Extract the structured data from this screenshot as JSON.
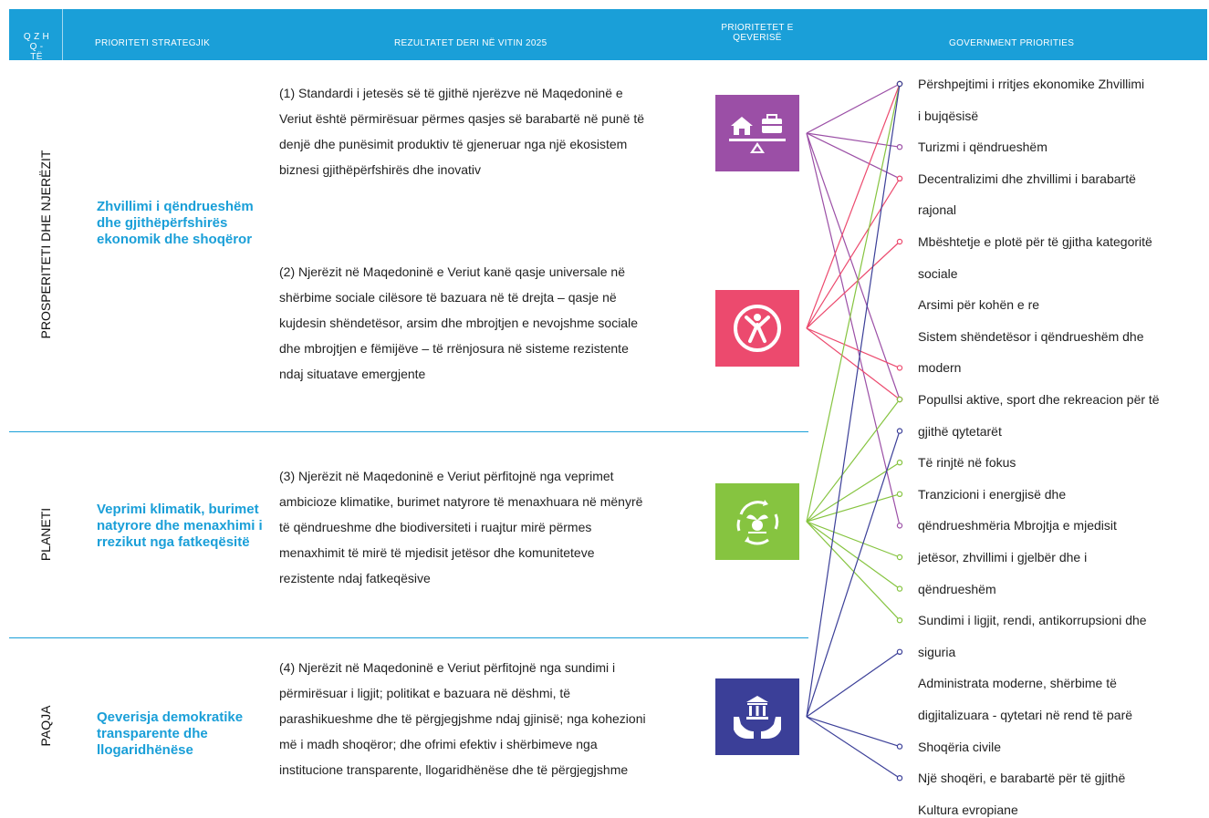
{
  "header": {
    "col_qzhq": "Q Z H Q -\nTË",
    "col_strategic": "PRIORITETI STRATEGJIK",
    "col_results": "REZULTATET DERI NË VITIN 2025",
    "col_gov": "PRIORITETET  E\nQEVERISË",
    "col_gov_en": "GOVERNMENT PRIORITIES"
  },
  "sections": [
    {
      "label": "PROSPERITETI DHE NJERËZIT"
    },
    {
      "label": "PLANETI"
    },
    {
      "label": "PAQJA"
    }
  ],
  "strategic": [
    {
      "text": "Zhvillimi i qëndrueshëm dhe gjithëpërfshirës ekonomik dhe shoqëror"
    },
    {
      "text": "Veprimi klimatik, burimet natyrore dhe menaxhimi i rrezikut nga fatkeqësitë"
    },
    {
      "text": "Qeverisja demokratike transparente dhe llogaridhënëse"
    }
  ],
  "results": [
    {
      "text": "(1) Standardi i jetesës së të gjithë njerëzve në Maqedoninë e Veriut është përmirësuar përmes qasjes së barabartë në punë të denjë dhe punësimit produktiv të gjeneruar nga një ekosistem biznesi gjithëpërfshirës dhe inovativ"
    },
    {
      "text": "(2) Njerëzit në Maqedoninë e Veriut kanë qasje universale në shërbime sociale cilësore të bazuara në të drejta – qasje në kujdesin shëndetësor, arsim dhe mbrojtjen e nevojshme sociale dhe mbrojtjen e fëmijëve – të rrënjosura në sisteme rezistente ndaj situatave emergjente"
    },
    {
      "text": "(3) Njerëzit në Maqedoninë e Veriut përfitojnë nga veprimet ambicioze klimatike, burimet natyrore të menaxhuara në mënyrë të qëndrueshme dhe biodiversiteti i ruajtur mirë përmes menaxhimit të mirë të mjedisit jetësor dhe komuniteteve rezistente ndaj fatkeqësive"
    },
    {
      "text": "(4) Njerëzit në Maqedoninë e Veriut përfitojnë nga sundimi i përmirësuar i ligjit; politikat e bazuara në dëshmi, të parashikueshme dhe të përgjegjshme ndaj gjinisë; nga kohezioni më i madh shoqëror; dhe ofrimi efektiv i shërbimeve nga institucione transparente, llogaridhënëse dhe të përgjegjshme"
    }
  ],
  "tiles": [
    {
      "icon": "economy-balance-icon",
      "color": "#9b4fa6"
    },
    {
      "icon": "social-person-icon",
      "color": "#ec4a6e"
    },
    {
      "icon": "environment-cycle-icon",
      "color": "#86c440"
    },
    {
      "icon": "governance-institution-icon",
      "color": "#3b3f98"
    }
  ],
  "priorities": [
    {
      "text": "Përshpejtimi i rritjes ekonomike Zhvillimi"
    },
    {
      "text": "i bujqësisë"
    },
    {
      "text": "Turizmi i qëndrueshëm"
    },
    {
      "text": "Decentralizimi dhe zhvillimi i barabartë"
    },
    {
      "text": "rajonal"
    },
    {
      "text": "Mbështetje e plotë për të gjitha kategoritë"
    },
    {
      "text": "sociale"
    },
    {
      "text": "Arsimi për kohën e re"
    },
    {
      "text": "Sistem shëndetësor i qëndrueshëm dhe"
    },
    {
      "text": "modern"
    },
    {
      "text": "Popullsi aktive, sport dhe rekreacion për të"
    },
    {
      "text": "gjithë qytetarët"
    },
    {
      "text": "Të rinjtë në fokus"
    },
    {
      "text": "Tranzicioni i energjisë dhe"
    },
    {
      "text": "qëndrueshmëria Mbrojtja e mjedisit"
    },
    {
      "text": "jetësor, zhvillimi i gjelbër dhe i"
    },
    {
      "text": "qëndrueshëm"
    },
    {
      "text": "Sundimi i ligjit, rendi, antikorrupsioni dhe"
    },
    {
      "text": "siguria"
    },
    {
      "text": "Administrata moderne, shërbime të"
    },
    {
      "text": "digjitalizuara - qytetari në rend të parë"
    },
    {
      "text": "Shoqëria civile"
    },
    {
      "text": "Një shoqëri, e barabartë për të gjithë"
    },
    {
      "text": "Kultura evropiane"
    }
  ],
  "connections": [
    {
      "from": 0,
      "to": [
        0,
        2,
        3,
        10,
        14
      ]
    },
    {
      "from": 1,
      "to": [
        0,
        3,
        5,
        9,
        10
      ]
    },
    {
      "from": 2,
      "to": [
        0,
        10,
        12,
        13,
        15,
        16,
        17
      ]
    },
    {
      "from": 3,
      "to": [
        0,
        11,
        18,
        21,
        22
      ]
    }
  ]
}
